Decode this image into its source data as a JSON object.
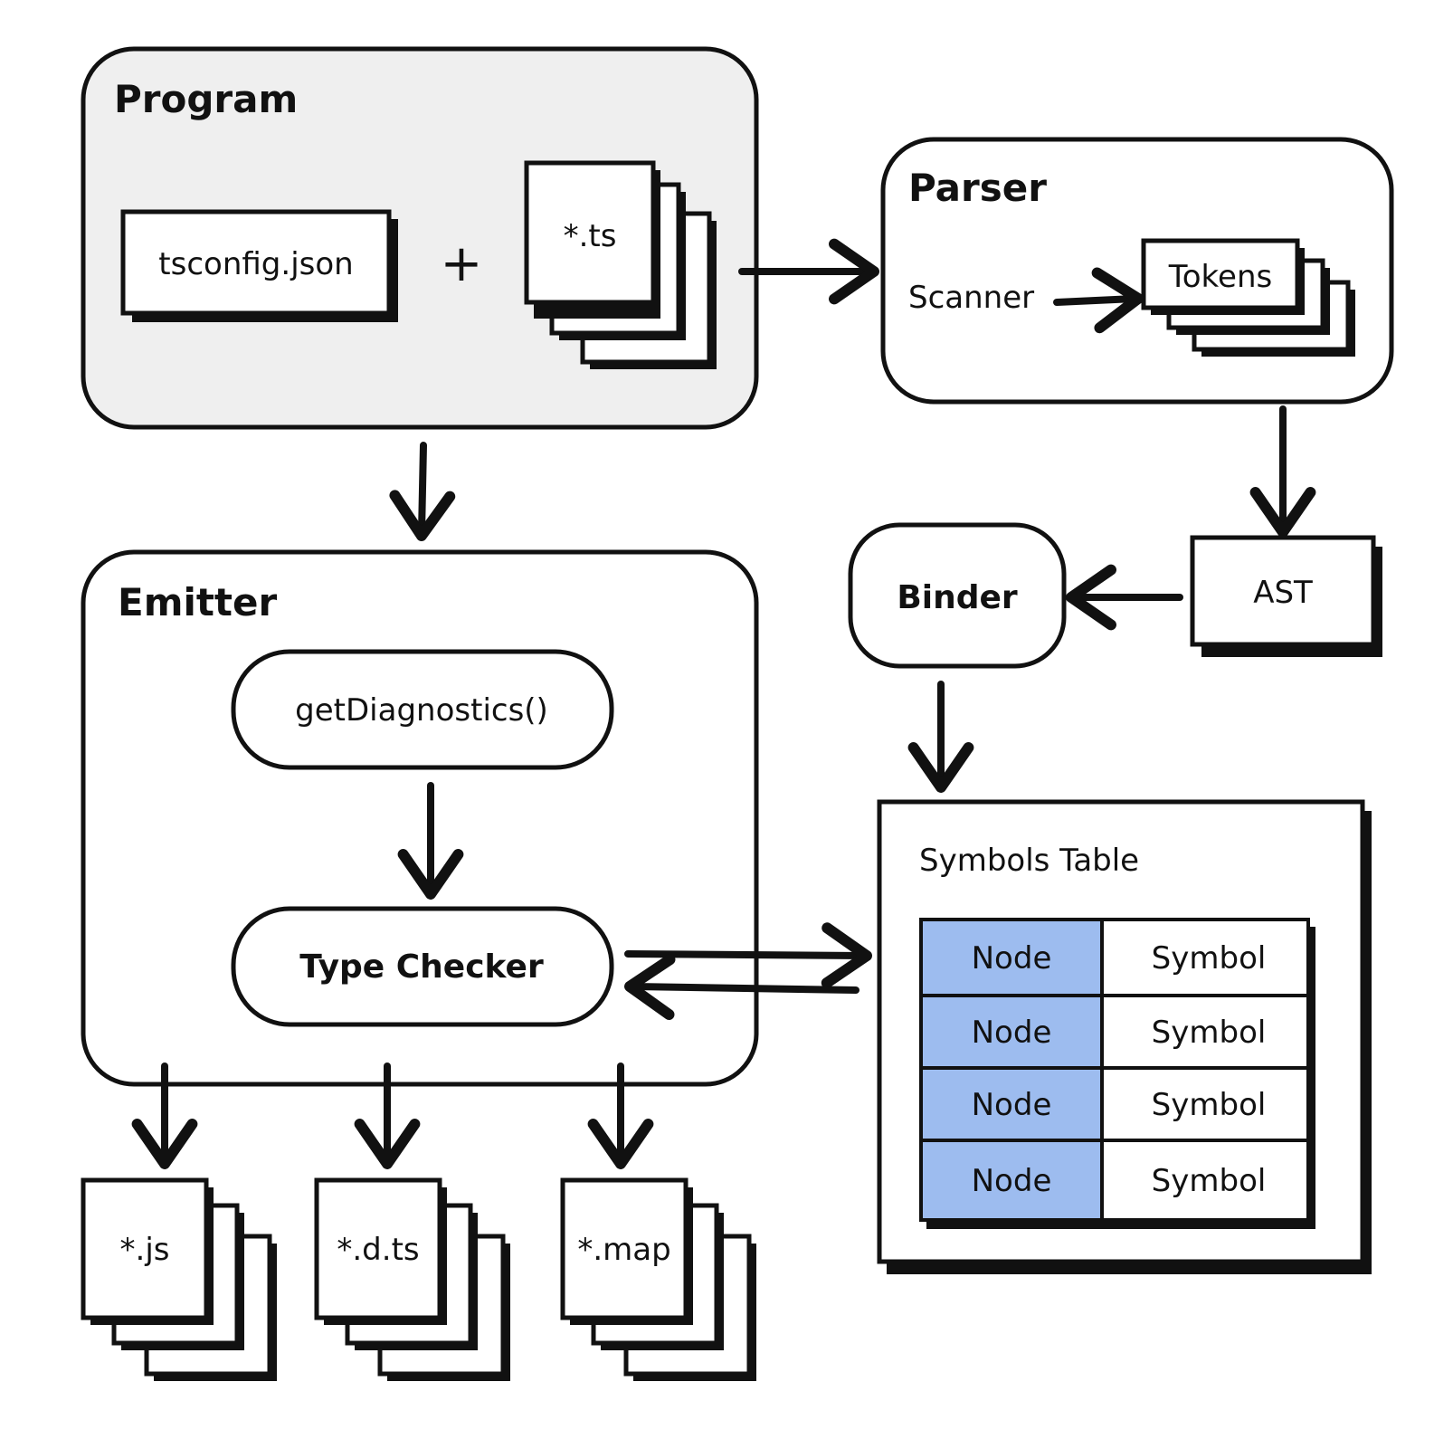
{
  "program": {
    "title": "Program",
    "config_file": "tsconfig.json",
    "plus": "+",
    "source_files": "*.ts"
  },
  "parser": {
    "title": "Parser",
    "scanner": "Scanner",
    "tokens": "Tokens"
  },
  "ast": "AST",
  "binder": "Binder",
  "emitter": {
    "title": "Emitter",
    "diagnostics": "getDiagnostics()",
    "type_checker": "Type Checker"
  },
  "symbols_table": {
    "title": "Symbols Table",
    "rows": [
      {
        "node": "Node",
        "symbol": "Symbol"
      },
      {
        "node": "Node",
        "symbol": "Symbol"
      },
      {
        "node": "Node",
        "symbol": "Symbol"
      },
      {
        "node": "Node",
        "symbol": "Symbol"
      }
    ]
  },
  "outputs": {
    "js": "*.js",
    "dts": "*.d.ts",
    "map": "*.map"
  },
  "colors": {
    "program_fill": "#efefef",
    "node_cell_fill": "#9dbcef",
    "stroke": "#111111"
  }
}
